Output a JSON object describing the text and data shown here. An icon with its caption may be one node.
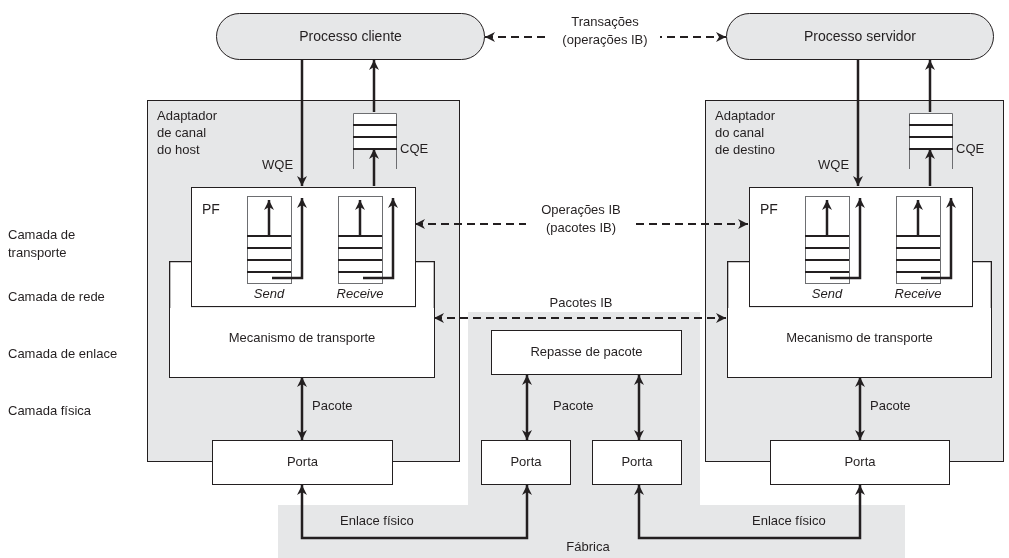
{
  "diagram": {
    "nodes": [
      {
        "text": [
          "Processo cliente"
        ]
      },
      {
        "text": [
          "Processo servidor"
        ]
      },
      {
        "text": [
          "Adaptador de canal do host"
        ]
      },
      {
        "text": [],
        "shape": "box",
        "in": 2,
        "beside": [
          "CQE"
        ]
      },
      {
        "text": [
          "PF"
        ],
        "in": 2
      },
      {
        "text": [
          "Send"
        ],
        "in": 4
      },
      {
        "text": [
          "Receive"
        ],
        "in": 4
      },
      {
        "text": [
          "Mecanismo de transporte"
        ],
        "in": 2
      },
      {
        "text": [
          "Porta"
        ]
      },
      {
        "text": [
          "Adaptador do canal de destino"
        ]
      },
      {
        "text": [],
        "shape": "box",
        "in": 9,
        "beside": [
          "CQE"
        ]
      },
      {
        "text": [
          "PF"
        ],
        "in": 9
      },
      {
        "text": [
          "Send"
        ],
        "in": 11
      },
      {
        "text": [
          "Receive"
        ],
        "in": 11
      },
      {
        "text": [
          "Mecanismo de transporte"
        ],
        "in": 9
      },
      {
        "text": [
          "Porta"
        ]
      },
      {
        "text": [
          "Fábrica"
        ]
      },
      {
        "text": [
          "Repasse de pacote"
        ],
        "in": 16
      },
      {
        "text": [
          "Porta"
        ],
        "in": 16
      },
      {
        "text": [
          "Porta"
        ],
        "in": 16
      }
    ],
    "edges": [
      {
        "from": 0,
        "to": 4,
        "arrow": "to",
        "label": "WQE"
      },
      {
        "from": 4,
        "to": 3,
        "arrow": "to"
      },
      {
        "from": 3,
        "to": 0,
        "arrow": "to"
      },
      {
        "from": 1,
        "to": 11,
        "arrow": "to",
        "label": "WQE"
      },
      {
        "from": 11,
        "to": 10,
        "arrow": "to"
      },
      {
        "from": 10,
        "to": 1,
        "arrow": "to"
      },
      {
        "from": 0,
        "to": 1,
        "arrow": "both",
        "style": "dashed",
        "label": "Transações (operações IB)"
      },
      {
        "from": 4,
        "to": 11,
        "arrow": "both",
        "style": "dashed",
        "label": "Operações IB (pacotes IB)"
      },
      {
        "from": 7,
        "to": 14,
        "arrow": "both",
        "style": "dashed",
        "label": "Pacotes IB"
      },
      {
        "from": 7,
        "to": 8,
        "arrow": "both",
        "label": "Pacote"
      },
      {
        "from": 14,
        "to": 15,
        "arrow": "both",
        "label": "Pacote"
      },
      {
        "from": 17,
        "to": 18,
        "arrow": "both"
      },
      {
        "from": 17,
        "to": 19,
        "arrow": "both"
      },
      {
        "from": 8,
        "to": 18,
        "arrow": "both",
        "label": "Enlace físico"
      },
      {
        "from": 19,
        "to": 15,
        "arrow": "both",
        "label": "Enlace físico"
      }
    ],
    "labels": [
      "Camada de transporte",
      "Camada de rede",
      "Camada de enlace",
      "Camada física",
      "Pacote"
    ]
  }
}
